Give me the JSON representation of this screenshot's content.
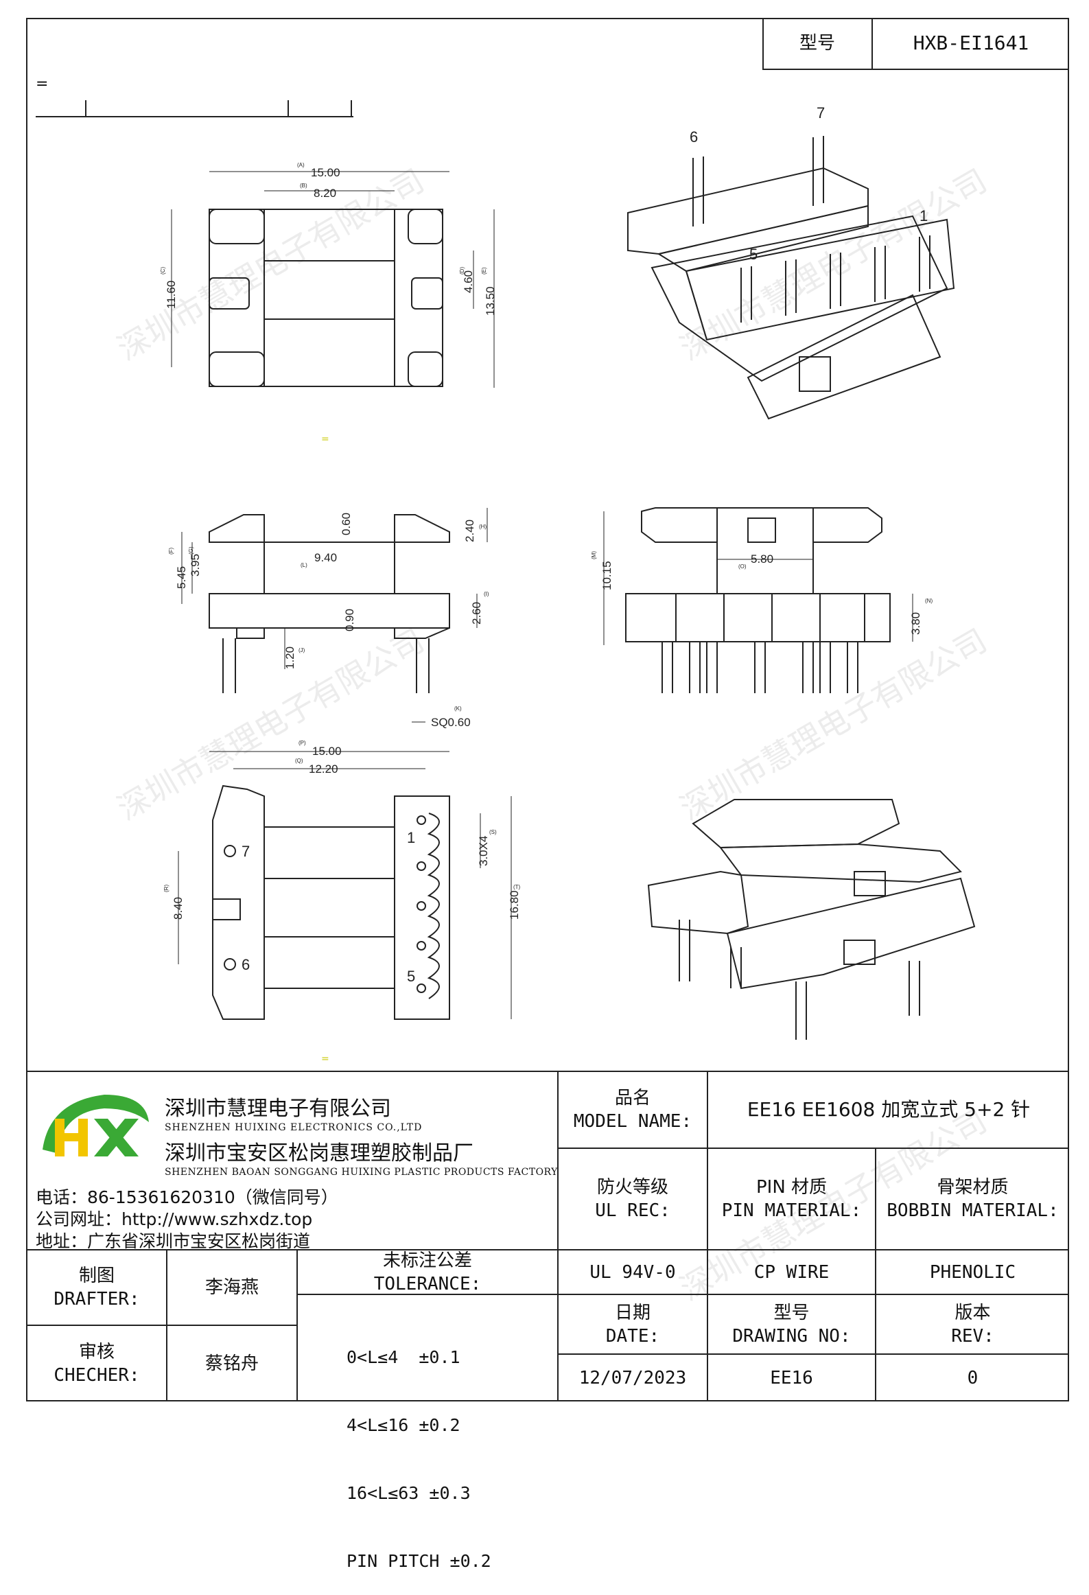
{
  "header": {
    "model_label": "型号",
    "model_value": "HXB-EI1641"
  },
  "top_mark": "=",
  "yellow_marks": [
    "=",
    "="
  ],
  "watermark": "深圳市慧理电子有限公司",
  "drawing": {
    "pin_labels": {
      "p6": "6",
      "p7": "7",
      "p5": "5",
      "p1": "1"
    },
    "top_view": {
      "a": "15.00",
      "a_tag": "(A)",
      "b": "8.20",
      "b_tag": "(B)",
      "c": "11.60",
      "c_tag": "(C)",
      "d": "4.60",
      "d_tag": "(D)",
      "e": "13.50",
      "e_tag": "(E)"
    },
    "side_view": {
      "f": "5.45",
      "f_tag": "(F)",
      "g": "3.95",
      "g_tag": "(G)",
      "h": "2.40",
      "h_tag": "(H)",
      "t060": "0.60",
      "l": "9.40",
      "l_tag": "(L)",
      "i": "2.60",
      "i_tag": "(I)",
      "t090": "0.90",
      "j": "1.20",
      "j_tag": "(J)",
      "k": "SQ0.60",
      "k_tag": "(K)"
    },
    "front_view": {
      "m": "10.15",
      "m_tag": "(M)",
      "o": "5.80",
      "o_tag": "(O)",
      "n": "3.80",
      "n_tag": "(N)"
    },
    "bottom_view": {
      "p": "15.00",
      "p_tag": "(P)",
      "q": "12.20",
      "q_tag": "(Q)",
      "r": "8.40",
      "r_tag": "(R)",
      "s": "3.0X4",
      "s_tag": "(S)",
      "t": "16.80",
      "t_tag": "(T)",
      "pin7": "7",
      "pin6": "6",
      "pin1": "1",
      "pin5": "5"
    }
  },
  "company": {
    "name_cn": "深圳市慧理电子有限公司",
    "name_en": "SHENZHEN HUIXING ELECTRONICS CO.,LTD",
    "factory_cn": "深圳市宝安区松岗惠理塑胶制品厂",
    "factory_en": "SHENZHEN BAOAN SONGGANG HUIXING PLASTIC PRODUCTS FACTORY",
    "phone": "电话：86-15361620310（微信同号）",
    "website": "公司网址：http://www.szhxdz.top",
    "address": "地址：广东省深圳市宝安区松岗街道",
    "logo_text": "HX",
    "colors": {
      "logo_green": "#3aa935",
      "logo_yellow": "#f2c500"
    }
  },
  "title_block": {
    "model_name_cn": "品名",
    "model_name_en": "MODEL NAME:",
    "model_name_value": "EE16 EE1608 加宽立式 5+2 针",
    "ul_cn": "防火等级",
    "ul_en": "UL REC:",
    "pin_cn": "PIN 材质",
    "pin_en": "PIN MATERIAL:",
    "bobbin_cn": "骨架材质",
    "bobbin_en": "BOBBIN MATERIAL:",
    "ul_value": "UL 94V-0",
    "pin_value": "CP WIRE",
    "bobbin_value": "PHENOLIC",
    "drafter_cn": "制图",
    "drafter_en": "DRAFTER:",
    "drafter_name": "李海燕",
    "checker_cn": "审核",
    "checker_en": "CHECHER:",
    "checker_name": "蔡铭舟",
    "tol_cn": "未标注公差",
    "tol_en": "TOLERANCE:",
    "tol_rows": [
      "0<L≤4  ±0.1",
      "4<L≤16 ±0.2",
      "16<L≤63 ±0.3",
      "PIN PITCH ±0.2"
    ],
    "date_cn": "日期",
    "date_en": "DATE:",
    "date_value": "12/07/2023",
    "dwg_cn": "型号",
    "dwg_en": "DRAWING NO:",
    "dwg_value": "EE16",
    "rev_cn": "版本",
    "rev_en": "REV:",
    "rev_value": "0"
  }
}
